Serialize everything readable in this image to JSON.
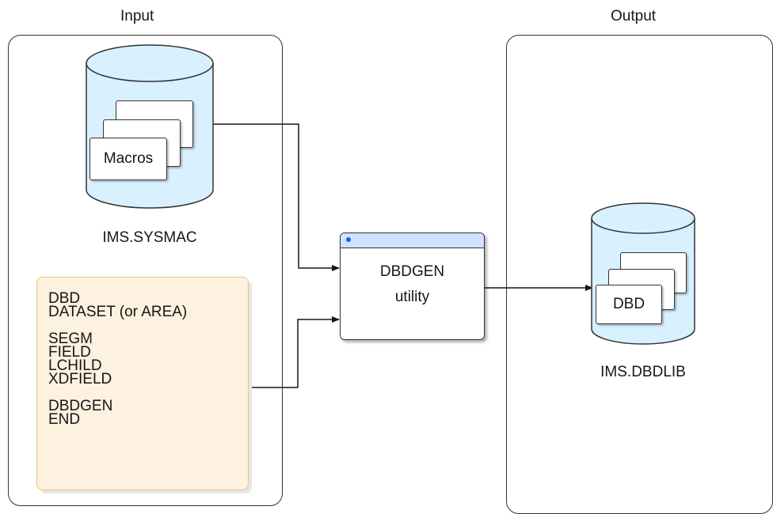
{
  "panels": {
    "input_title": "Input",
    "output_title": "Output"
  },
  "sysmac": {
    "doc_label": "Macros",
    "db_label": "IMS.SYSMAC"
  },
  "statements": {
    "groups": [
      [
        "DBD",
        "DATASET (or AREA)"
      ],
      [
        "SEGM",
        "FIELD",
        "LCHILD",
        "XDFIELD"
      ],
      [
        "DBDGEN",
        "END"
      ]
    ]
  },
  "utility": {
    "line1": "DBDGEN",
    "line2": "utility"
  },
  "dbdlib": {
    "doc_label": "DBD",
    "db_label": "IMS.DBDLIB"
  },
  "colors": {
    "cylinder_fill": "#d9f0ff",
    "stmt_fill": "#fdf1df",
    "stmt_border": "#f2c47c",
    "title_bar": "#d0e2ff",
    "title_dot": "#0f62fe"
  }
}
